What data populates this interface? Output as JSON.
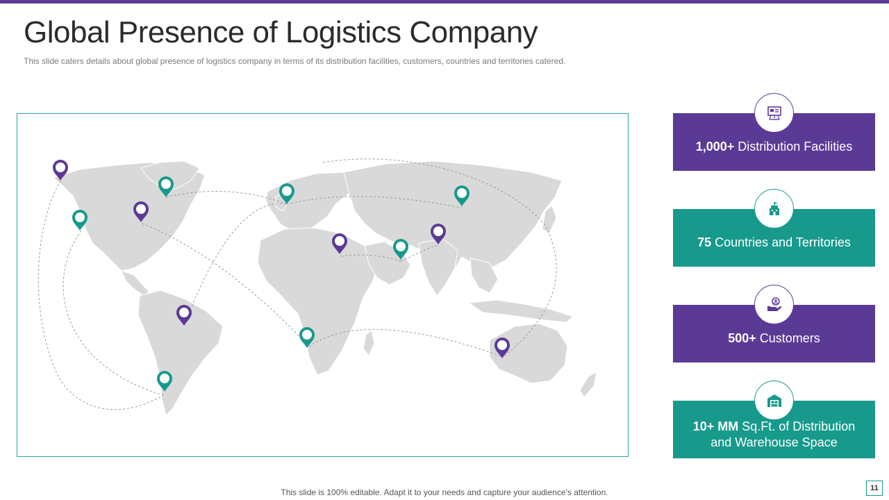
{
  "slide": {
    "title": "Global Presence of Logistics Company",
    "subtitle": "This slide caters details about global presence of logistics company in terms of its distribution facilities, customers, countries and territories catered.",
    "footer": "This slide is 100% editable. Adapt it to your needs and capture your audience's attention.",
    "page_number": "11"
  },
  "colors": {
    "purple": "#5b3a96",
    "teal": "#179a8c",
    "land": "#d9d9d9"
  },
  "stats": [
    {
      "bold": "1,000+",
      "text": " Distribution Facilities",
      "color": "purple",
      "icon": "presentation-board-icon"
    },
    {
      "bold": "75",
      "text": " Countries and Territories",
      "color": "teal",
      "icon": "building-flag-icon"
    },
    {
      "bold": "500+",
      "text": " Customers",
      "color": "purple",
      "icon": "hand-user-icon"
    },
    {
      "bold": "10+ MM",
      "text": " Sq.Ft. of Distribution and Warehouse Space",
      "color": "teal",
      "icon": "warehouse-icon"
    }
  ],
  "map_pins": [
    {
      "region": "alaska",
      "color": "purple"
    },
    {
      "region": "eastern-canada",
      "color": "teal"
    },
    {
      "region": "us-west-coast",
      "color": "teal"
    },
    {
      "region": "us-east",
      "color": "purple"
    },
    {
      "region": "brazil",
      "color": "purple"
    },
    {
      "region": "argentina",
      "color": "teal"
    },
    {
      "region": "western-europe",
      "color": "teal"
    },
    {
      "region": "north-africa",
      "color": "purple"
    },
    {
      "region": "arabian-peninsula",
      "color": "teal"
    },
    {
      "region": "india",
      "color": "purple"
    },
    {
      "region": "mongolia",
      "color": "teal"
    },
    {
      "region": "southern-africa",
      "color": "teal"
    },
    {
      "region": "australia",
      "color": "purple"
    }
  ]
}
